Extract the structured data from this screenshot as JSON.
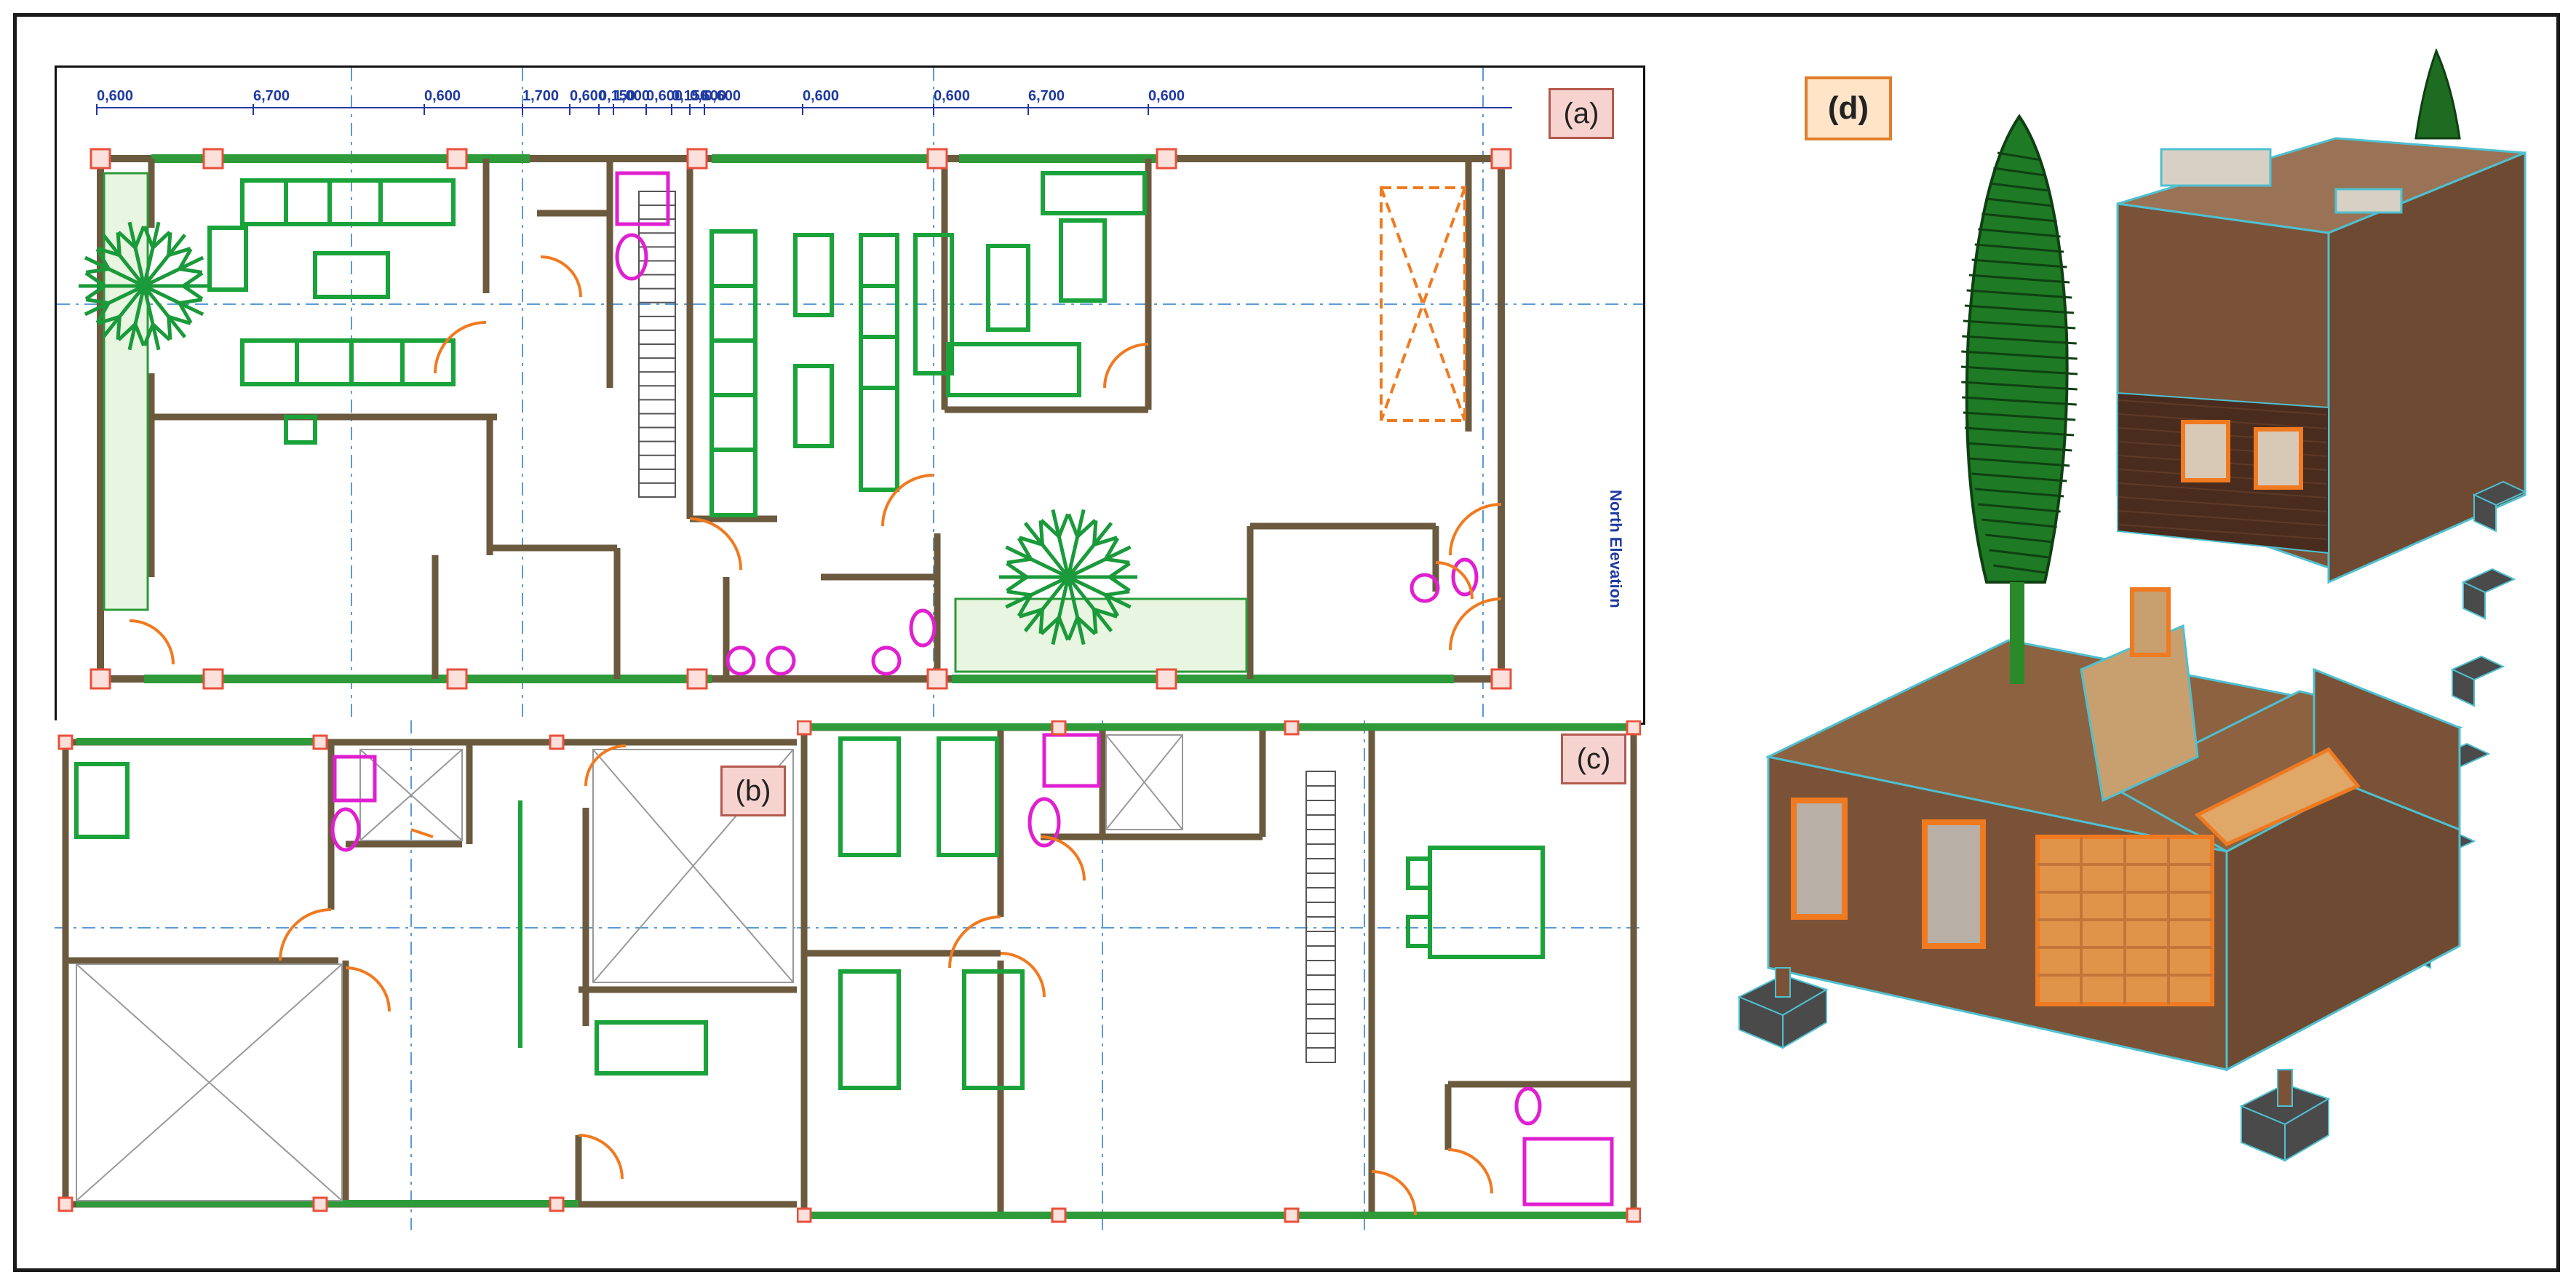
{
  "figure": {
    "panels": [
      {
        "id": "a",
        "label": "(a)",
        "kind": "ground floor plan"
      },
      {
        "id": "b",
        "label": "(b)",
        "kind": "upper floor plan"
      },
      {
        "id": "c",
        "label": "(c)",
        "kind": "upper floor plan"
      },
      {
        "id": "d",
        "label": "(d)",
        "kind": "3D model view"
      }
    ],
    "north_note": "North Elevation",
    "dimension_labels": [
      "0,600",
      "6,700",
      "0,600",
      "1,700",
      "0,600",
      "0,150",
      "1,000",
      "0,600",
      "0,150",
      "0,600",
      "0,600",
      "0,600",
      "0,600",
      "6,700",
      "0,600"
    ]
  },
  "colors": {
    "wall": "#6b5a3e",
    "wall_glazing": "#2e9a3a",
    "furniture": "#1aa33a",
    "sanitary": "#e020d0",
    "door_swing": "#f07a20",
    "column": "#e8503a",
    "gridline": "#5a9bd6",
    "dimension": "#1f3aa0",
    "model_wall": "#7a5238",
    "model_roof": "#8c6240",
    "model_edge": "#4fc0d0",
    "tree": "#1e6b22",
    "tag_fill": "#f7d3cf",
    "tag_d_fill": "#ffe4c8"
  }
}
